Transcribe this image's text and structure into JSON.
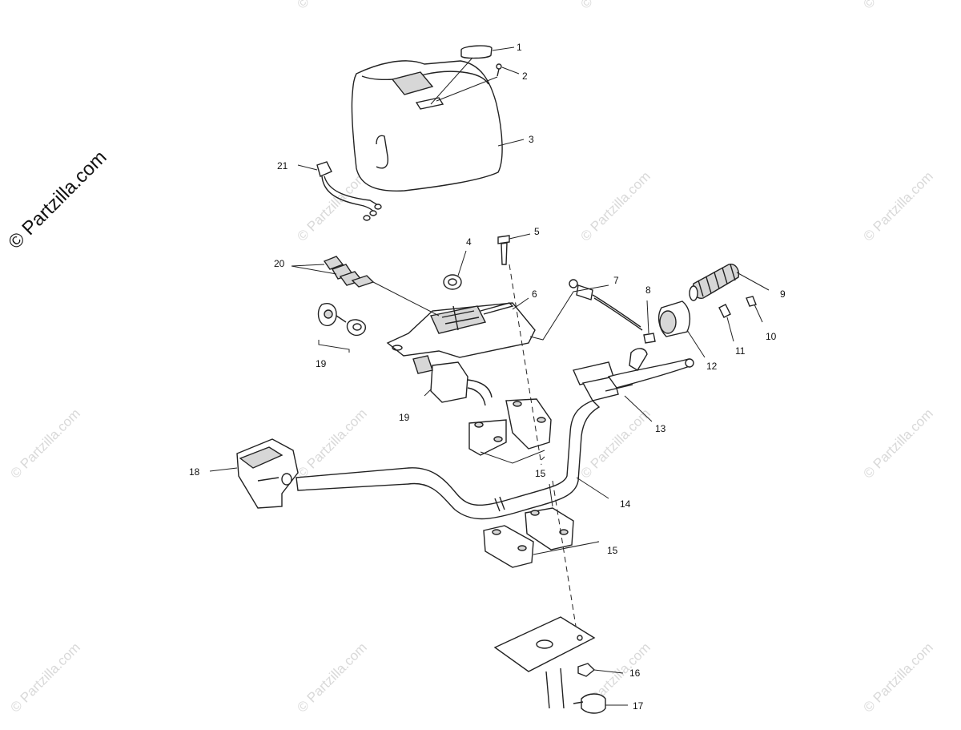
{
  "watermark": {
    "brand_text": "© Partzilla.com",
    "tile_text": "© Partzilla.com"
  },
  "callouts": {
    "c1": "1",
    "c2": "2",
    "c3": "3",
    "c4": "4",
    "c5": "5",
    "c6": "6",
    "c7": "7",
    "c8": "8",
    "c9": "9",
    "c10": "10",
    "c11": "11",
    "c12": "12",
    "c13": "13",
    "c14": "14",
    "c15a": "15",
    "c15b": "15",
    "c16": "16",
    "c17": "17",
    "c18": "18",
    "c19a": "19",
    "c19b": "19",
    "c20": "20",
    "c21": "21"
  }
}
